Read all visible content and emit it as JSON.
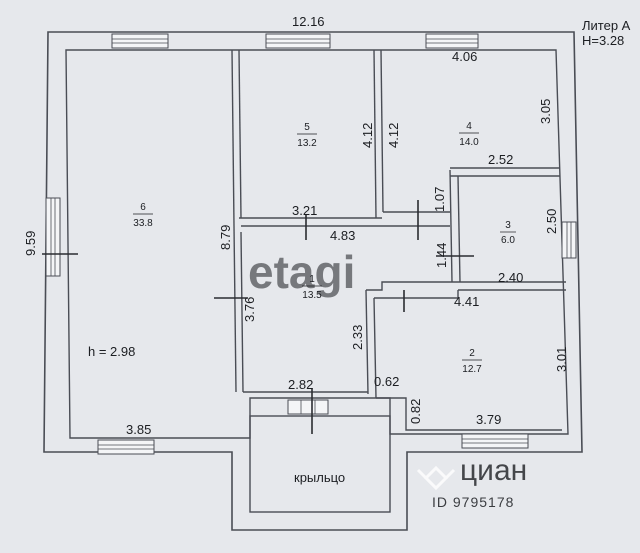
{
  "header": {
    "liter": "Литер А",
    "height": "H=3.28"
  },
  "dimensions": {
    "top_width": "12.16",
    "left_height": "9.59",
    "room4_width": "4.06",
    "room4_height_right": "3.05",
    "room5_height": "4.12",
    "room4_height_left": "4.12",
    "room4_bottom": "2.52",
    "room3_left": "1.07",
    "room3_right": "2.50",
    "room6_inner_right": "8.79",
    "room1_top_left": "3.21",
    "room1_top": "4.83",
    "room1_door_height": "1.44",
    "room3_bottom": "2.40",
    "room2_top": "4.41",
    "room1_left": "3.76",
    "room1_right": "2.33",
    "room2_right": "3.01",
    "room1_bottom": "2.82",
    "room2_notch_width": "0.62",
    "room2_notch_height": "0.82",
    "room6_bottom": "3.85",
    "room2_bottom": "3.79"
  },
  "rooms": [
    {
      "number": "6",
      "area": "33.8"
    },
    {
      "number": "5",
      "area": "13.2"
    },
    {
      "number": "4",
      "area": "14.0"
    },
    {
      "number": "3",
      "area": "6.0"
    },
    {
      "number": "1",
      "area": "13.5"
    },
    {
      "number": "2",
      "area": "12.7"
    }
  ],
  "room6_ceiling": "h = 2.98",
  "porch_label": "крыльцо",
  "watermarks": {
    "etagi": "etagi",
    "cian": "циан",
    "id": "ID 9795178"
  }
}
